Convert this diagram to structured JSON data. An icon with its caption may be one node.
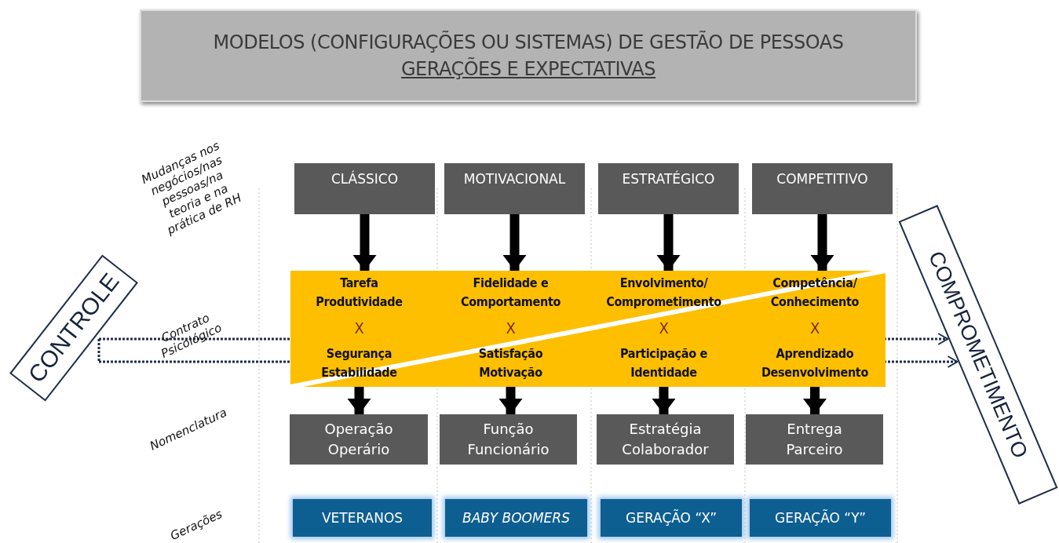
{
  "diagram": {
    "title": "MODELOS (CONFIGURAÇÕES OU SISTEMAS) DE GESTÃO DE PESSOAS",
    "nodes": [
      {
        "text": [
          "CLÁSSICO"
        ]
      },
      {
        "text": [
          "MOTIVACIONAL"
        ]
      },
      {
        "text": [
          "ESTRATÉGICO"
        ]
      },
      {
        "text": [
          "COMPETITIVO"
        ]
      },
      {
        "text": [],
        "shape": "bar"
      },
      {
        "text": [
          "Tarefa Produtividade",
          "X",
          "Segurança Estabilidade"
        ],
        "in": 4
      },
      {
        "text": [
          "Fidelidade e Comportamento",
          "X",
          "Satisfação Motivação"
        ],
        "in": 4
      },
      {
        "text": [
          "Envolvimento/ Comprometimento",
          "X",
          "Participação e Identidade"
        ],
        "in": 4
      },
      {
        "text": [
          "Competência/ Conhecimento",
          "X",
          "Aprendizado Desenvolvimento"
        ],
        "in": 4
      },
      {
        "text": [
          "Operação Operário"
        ]
      },
      {
        "text": [
          "Função Funcionário"
        ]
      },
      {
        "text": [
          "Estratégia Colaborador"
        ]
      },
      {
        "text": [
          "Entrega Parceiro"
        ]
      },
      {
        "text": [
          "VETERANOS"
        ]
      },
      {
        "text": [
          "BABY BOOMERS"
        ]
      },
      {
        "text": [
          "GERAÇÃO “X”"
        ]
      },
      {
        "text": [
          "GERAÇÃO “Y”"
        ]
      },
      {
        "text": [
          "CONTROLE"
        ]
      },
      {
        "text": [
          "COMPROMETIMENTO"
        ]
      }
    ],
    "edges": [
      {
        "from": 0,
        "to": 5,
        "arrow": "to"
      },
      {
        "from": 1,
        "to": 6,
        "arrow": "to"
      },
      {
        "from": 2,
        "to": 7,
        "arrow": "to"
      },
      {
        "from": 3,
        "to": 8,
        "arrow": "to"
      },
      {
        "from": 5,
        "to": 9,
        "arrow": "to"
      },
      {
        "from": 6,
        "to": 10,
        "arrow": "to"
      },
      {
        "from": 7,
        "to": 11,
        "arrow": "to"
      },
      {
        "from": 8,
        "to": 12,
        "arrow": "to"
      },
      {
        "from": 17,
        "to": 18,
        "arrow": "to",
        "style": "dashed",
        "color": "#1f2d4a"
      },
      {
        "from": 17,
        "to": 18,
        "arrow": "to",
        "style": "dashed",
        "color": "#1f2d4a"
      }
    ],
    "labels": [
      "GERAÇÕES E EXPECTATIVAS",
      "Mudanças nos negócios/nas pessoas/na teoria e na prática de RH",
      "Contrato Psicológico",
      "Nomenclatura",
      "Gerações"
    ]
  }
}
